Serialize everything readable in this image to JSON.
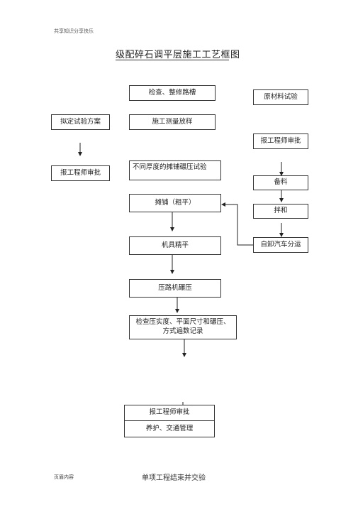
{
  "header": {
    "note": "共享知识分享快乐"
  },
  "title": "级配碎石调平层施工工艺框图",
  "boxes": {
    "inspect_trench": "检查、整修路槽",
    "survey_layout": "施工测量放样",
    "draft_plan": "拟定试验方案",
    "report_left": "报工程师审批",
    "trial_rolling": "不同厚度的摊铺碾压试验",
    "spreading": "摊铺（粗平）",
    "machine_leveling": "机具精平",
    "roller_compaction": "压路机碾压",
    "check_record_line1": "检查压实度、平面尺寸和碾压、",
    "check_record_line2": "方式遍数记录",
    "report_bottom": "报工程师审批",
    "curing_traffic": "养护、交通管理",
    "raw_material_test": "原材料试验",
    "report_right": "报工程师审批",
    "batching": "备料",
    "mixing": "拌和",
    "dump_truck": "自卸汽车分运"
  },
  "footer": {
    "left": "页眉内容",
    "right": "单项工程结束并交验"
  }
}
